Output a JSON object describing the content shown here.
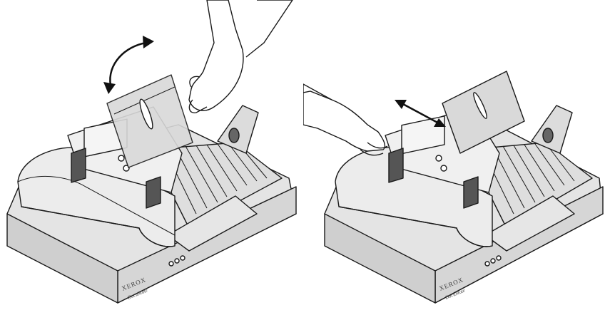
{
  "illustrations": [
    {
      "id": "left",
      "action": "rotate-paper-support",
      "brand": "XEROX",
      "model": "DocuMate",
      "colors": {
        "body": "#e9e9e9",
        "shade": "#c8c8c8",
        "outline": "#1a1a1a",
        "tray": "#dcdcdc"
      }
    },
    {
      "id": "right",
      "action": "slide-paper-guide",
      "brand": "XEROX",
      "model": "DocuMate",
      "colors": {
        "body": "#e9e9e9",
        "shade": "#c8c8c8",
        "outline": "#1a1a1a",
        "tray": "#dcdcdc"
      }
    }
  ]
}
